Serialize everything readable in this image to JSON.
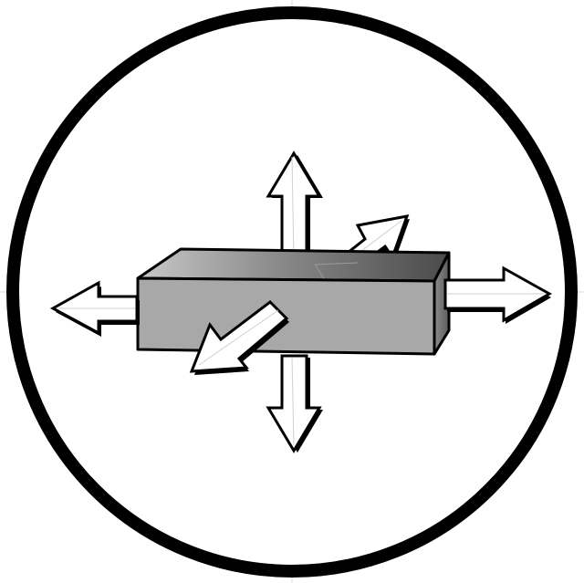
{
  "icon": {
    "name": "expand-all-directions-icon",
    "elements": [
      "outer-ring",
      "box",
      "arrow-up",
      "arrow-down",
      "arrow-left",
      "arrow-right",
      "arrow-back-diagonal",
      "arrow-front-diagonal"
    ]
  },
  "colors": {
    "background": "#ffffff",
    "ring": "#000000",
    "outline": "#000000",
    "arrow_fill": "#ffffff",
    "arrow_shadow": "#000000",
    "box_front": "#a8a8a8",
    "box_top_light": "#c8c8c8",
    "box_top_dark": "#4a4a4a",
    "box_side": "#6f6f6f",
    "crosshair": "#d8d8d8"
  }
}
